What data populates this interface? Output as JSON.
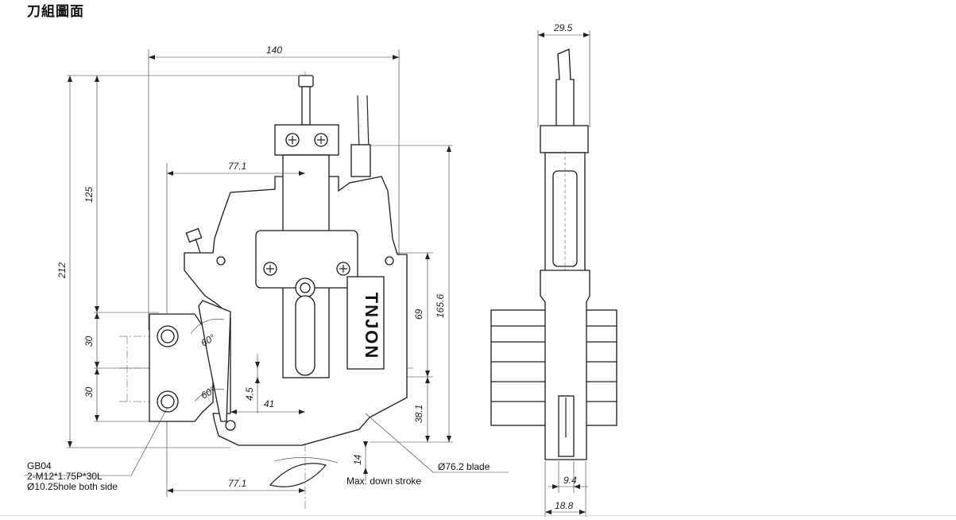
{
  "page": {
    "title": "刀組圖面"
  },
  "drawing": {
    "front_view": {
      "dimensions": {
        "total_width": "140",
        "upper_center": "77.1",
        "lower_center": "77.1",
        "height_125": "125",
        "height_212": "212",
        "hole_pitch_upper": "30",
        "hole_pitch_lower": "30",
        "height_69": "69",
        "height_165": "165.6",
        "height_38": "38.1",
        "offset_41": "41",
        "offset_45": "4.5",
        "stroke_14": "14",
        "angle_upper": "60°",
        "angle_lower": "60°"
      },
      "brand_label": "TNJON",
      "callouts": {
        "mount_line1": "GB04",
        "mount_line2": "2-M12*1.75P*30L",
        "mount_line3": "Ø10.25hole both side",
        "blade": "Ø76.2 blade",
        "stroke": "Max. down stroke"
      }
    },
    "side_view": {
      "dimensions": {
        "top_width": "29.5",
        "blade_width": "9.4",
        "bottom_width": "18.8"
      }
    }
  }
}
